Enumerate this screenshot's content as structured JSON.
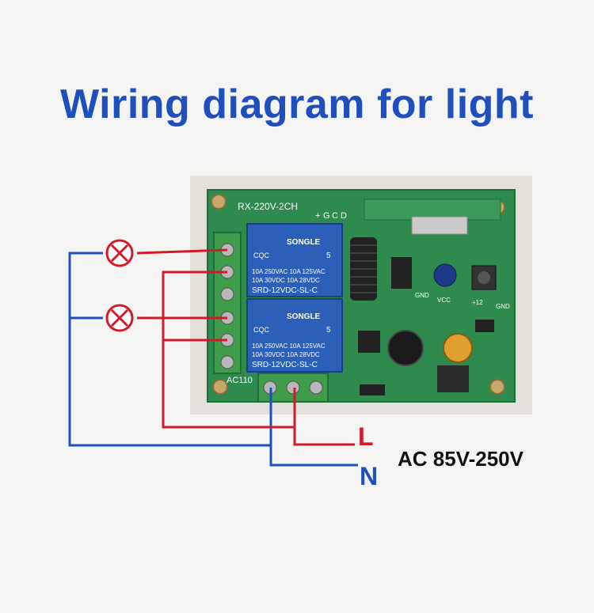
{
  "title": "Wiring diagram for light",
  "labels": {
    "live": "L",
    "neutral": "N",
    "voltage": "AC 85V-250V"
  },
  "board": {
    "model": "RX-220V-2CH",
    "pin_labels": [
      "+",
      "G",
      "C",
      "D"
    ],
    "ac_label": "AC110",
    "relay_brand": "SONGLE",
    "relay_rating_1": "10A 250VAC  10A 125VAC",
    "relay_rating_2": "10A  30VDC  10A  28VDC",
    "relay_model": "SRD-12VDC-SL-C",
    "relay_cqc": "CQC",
    "relay_num": "5",
    "gnd_label": "GND",
    "vcc_label": "VCC",
    "plus12_label": "+12",
    "gnd2_label": "GND",
    "wire_colors": {
      "live": "#d11a2a",
      "neutral": "#1f4fbd"
    }
  }
}
